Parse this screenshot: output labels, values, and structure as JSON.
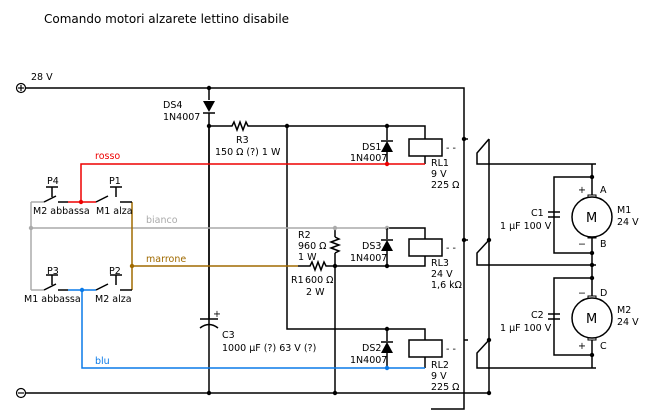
{
  "title": "Comando motori alzarete lettino disabile",
  "supply": {
    "positive_label": "28 V",
    "positive_icon": "plus-circle-icon",
    "negative_icon": "minus-circle-icon"
  },
  "wires": {
    "rosso": {
      "label": "rosso",
      "color": "#ee0000"
    },
    "bianco": {
      "label": "bianco",
      "color": "#aaaaaa"
    },
    "marrone": {
      "label": "marrone",
      "color": "#a06a00"
    },
    "blu": {
      "label": "blu",
      "color": "#0a7ae8"
    }
  },
  "diodes": {
    "ds4": {
      "name": "DS4",
      "part": "1N4007"
    },
    "ds1": {
      "name": "DS1",
      "part": "1N4007"
    },
    "ds3": {
      "name": "DS3",
      "part": "1N4007"
    },
    "ds2": {
      "name": "DS2",
      "part": "1N4007"
    }
  },
  "resistors": {
    "r3": {
      "name": "R3",
      "value": "150 Ω (?) 1 W"
    },
    "r2": {
      "name": "R2",
      "value": "960 Ω",
      "power": "1 W"
    },
    "r1": {
      "name": "R1",
      "value": "600 Ω",
      "power": "2 W"
    }
  },
  "capacitors": {
    "c3": {
      "name": "C3",
      "value": "1000 µF (?) 63 V (?)",
      "polarity": "+"
    },
    "c1": {
      "name": "C1",
      "value": "1 µF 100 V"
    },
    "c2": {
      "name": "C2",
      "value": "1 µF 100 V"
    }
  },
  "relays": {
    "rl1": {
      "name": "RL1",
      "voltage": "9 V",
      "resistance": "225 Ω"
    },
    "rl3": {
      "name": "RL3",
      "voltage": "24 V",
      "resistance": "1,6 kΩ"
    },
    "rl2": {
      "name": "RL2",
      "voltage": "9 V",
      "resistance": "225 Ω"
    }
  },
  "buttons": {
    "p4": {
      "name": "P4",
      "function": "M2 abbassa"
    },
    "p1": {
      "name": "P1",
      "function": "M1 alza"
    },
    "p3": {
      "name": "P3",
      "function": "M1 abbassa"
    },
    "p2": {
      "name": "P2",
      "function": "M2 alza"
    }
  },
  "motors": {
    "m1": {
      "name": "M1",
      "voltage": "24 V",
      "symbol": "M",
      "terminal_top": "A",
      "terminal_bottom": "B",
      "pol_top": "+",
      "pol_bottom": "−"
    },
    "m2": {
      "name": "M2",
      "voltage": "24 V",
      "symbol": "M",
      "terminal_top": "D",
      "terminal_bottom": "C",
      "pol_top": "−",
      "pol_bottom": "+"
    }
  }
}
